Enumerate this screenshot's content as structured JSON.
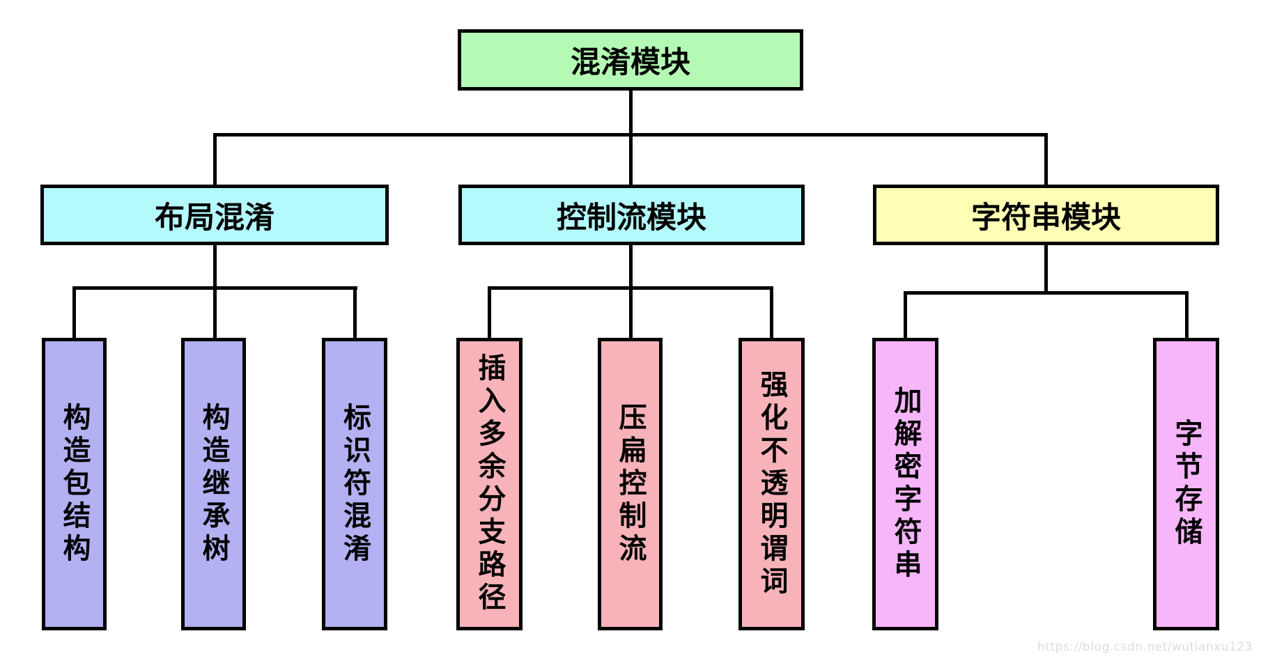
{
  "diagram": {
    "root": {
      "label": "混淆模块",
      "bg": "#b4fab4"
    },
    "modules": [
      {
        "label": "布局混淆",
        "bg": "#b4f9fb"
      },
      {
        "label": "控制流模块",
        "bg": "#b4f9fb"
      },
      {
        "label": "字符串模块",
        "bg": "#feffb4"
      }
    ],
    "leaves": [
      {
        "label": "构造包结构",
        "bg": "#b3b1f2",
        "parent": "布局混淆"
      },
      {
        "label": "构造继承树",
        "bg": "#b3b1f2",
        "parent": "布局混淆"
      },
      {
        "label": "标识符混淆",
        "bg": "#b3b1f2",
        "parent": "布局混淆"
      },
      {
        "label": "插入多余分支路径",
        "bg": "#f7b3b9",
        "parent": "控制流模块"
      },
      {
        "label": "压扁控制流",
        "bg": "#f7b3b9",
        "parent": "控制流模块"
      },
      {
        "label": "强化不透明谓词",
        "bg": "#f7b3b9",
        "parent": "控制流模块"
      },
      {
        "label": "加解密字符串",
        "bg": "#f7b5fa",
        "parent": "字符串模块"
      },
      {
        "label": "字节存储",
        "bg": "#f7b5fa",
        "parent": "字符串模块"
      }
    ],
    "line_color": "#000000"
  },
  "watermark": {
    "text": "https://blog.csdn.net/wutianxu123",
    "color": "#dadde2"
  }
}
